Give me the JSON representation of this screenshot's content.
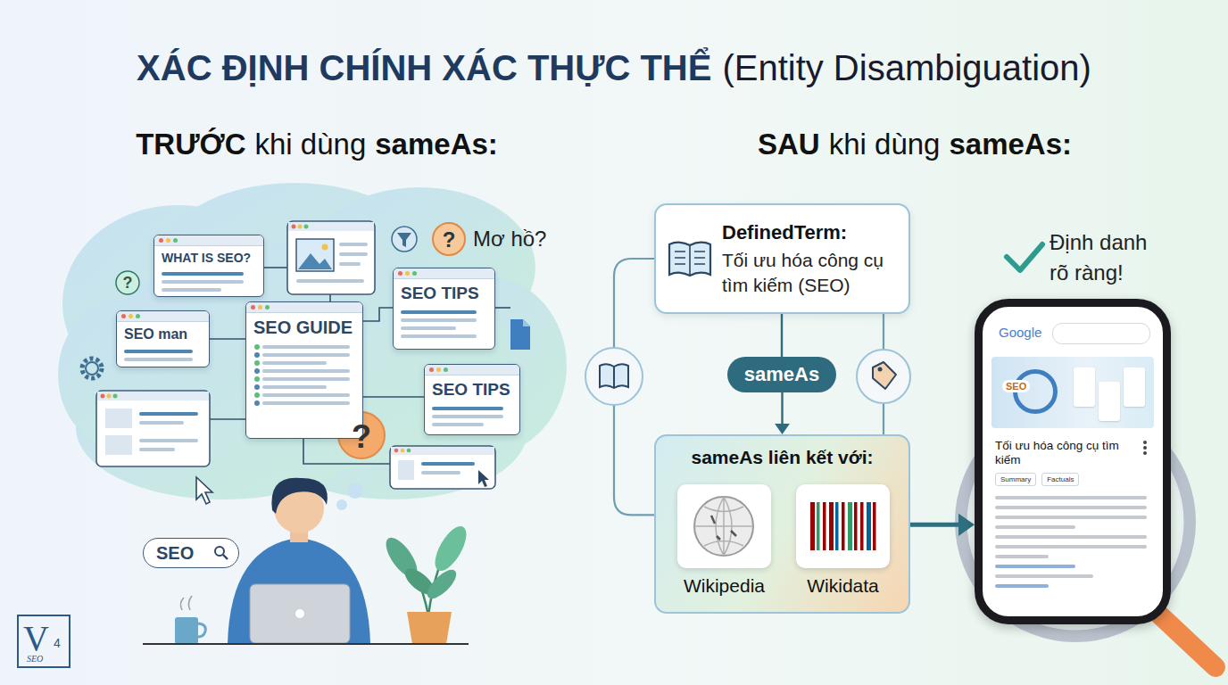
{
  "diagram": {
    "title": "XÁC ĐỊNH CHÍNH XÁC THỰC THỂ",
    "nodes": [
      {
        "text": [
          "WHAT IS SEO?"
        ]
      },
      {
        "text": [
          "SEO TIPS"
        ]
      },
      {
        "text": [
          "SEO man"
        ]
      },
      {
        "text": [
          "SEO GUIDE"
        ]
      },
      {
        "text": [
          "SEO TIPS"
        ]
      },
      {
        "text": [
          "SEO"
        ]
      },
      {
        "text": [
          "DefinedTerm:",
          "Tối ưu hóa công cụ tìm kiếm (SEO)"
        ]
      },
      {
        "text": [
          "sameAs"
        ]
      },
      {
        "text": [
          "sameAs liên kết với:"
        ]
      },
      {
        "text": [
          "Wikipedia"
        ],
        "in": 8
      },
      {
        "text": [
          "Wikidata"
        ],
        "in": 8
      },
      {
        "text": [
          "Google",
          "Tối ưu hóa công cụ tìm kiếm",
          "Summary",
          "Factuals"
        ]
      }
    ],
    "edges": [
      {
        "from": 6,
        "to": 7,
        "arrow": "none"
      },
      {
        "from": 7,
        "to": 8,
        "arrow": "to"
      },
      {
        "from": 6,
        "to": 8,
        "arrow": "none"
      },
      {
        "from": 6,
        "to": 8,
        "arrow": "none"
      },
      {
        "from": 8,
        "to": 11,
        "arrow": "to"
      }
    ],
    "labels": [
      "(Entity Disambiguation)",
      "TRƯỚC",
      "khi dùng",
      "sameAs:",
      "SAU",
      "khi dùng",
      "sameAs:",
      "Mơ hồ?",
      "?",
      "?",
      "?",
      "Định danh rõ ràng!",
      "SEO",
      "V",
      "4",
      "SEO"
    ]
  }
}
